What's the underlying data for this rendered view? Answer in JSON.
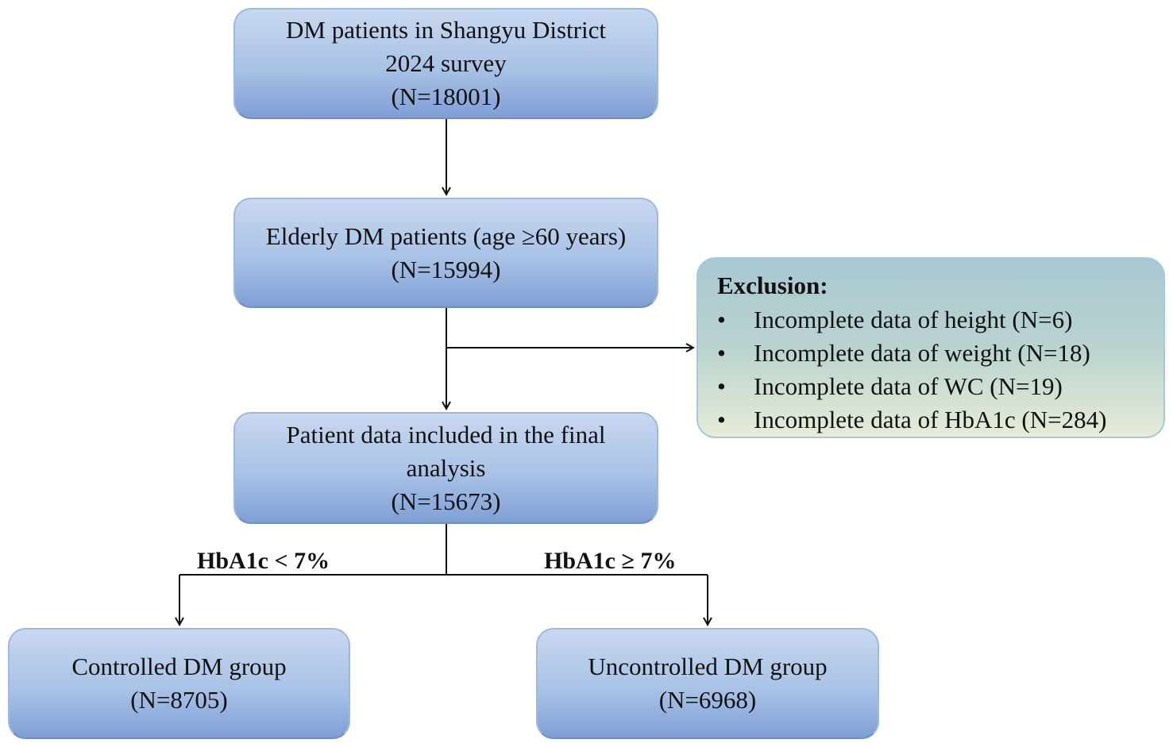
{
  "survey_box": {
    "line1": "DM patients in Shangyu District",
    "line2": "2024 survey",
    "count": "(N=18001)"
  },
  "elderly_box": {
    "line1": "Elderly DM patients (age ≥60 years)",
    "count": "(N=15994)"
  },
  "exclusion_box": {
    "title": "Exclusion:",
    "items": [
      "Incomplete data of height (N=6)",
      "Incomplete data of weight (N=18)",
      "Incomplete data of WC (N=19)",
      "Incomplete data of HbA1c (N=284)"
    ]
  },
  "final_box": {
    "line1": "Patient data included in the final",
    "line2": "analysis",
    "count": "(N=15673)"
  },
  "split_labels": {
    "low": "HbA1c < 7%",
    "high": "HbA1c ≥ 7%"
  },
  "controlled_box": {
    "line1": "Controlled DM group",
    "count": "(N=8705)"
  },
  "uncontrolled_box": {
    "line1": "Uncontrolled DM group",
    "count": "(N=6968)"
  },
  "colors": {
    "box_fill_top": "#c8d8ef",
    "box_fill_bottom": "#7f9fd4",
    "exclusion_fill_top": "#a8c8d2",
    "exclusion_fill_bottom": "#e6ecd8",
    "connector": "#111111"
  }
}
